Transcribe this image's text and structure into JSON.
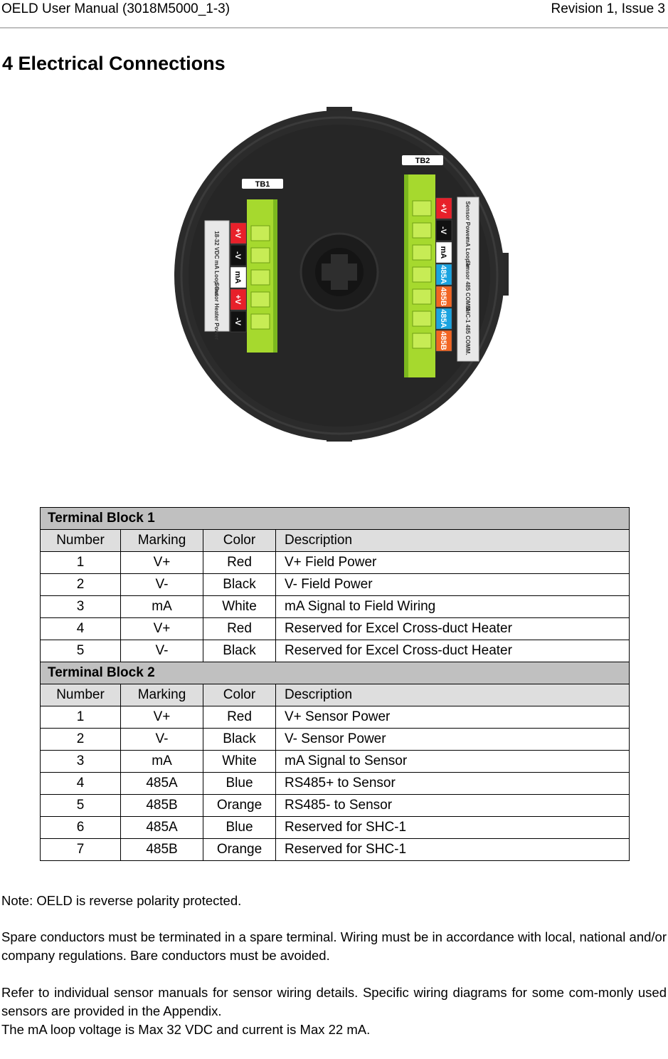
{
  "header": {
    "left": "OELD User Manual (3018M5000_1-3)",
    "right": "Revision 1, Issue 3"
  },
  "section_title": "4 Electrical Connections",
  "diagram": {
    "tb1_label": "TB1",
    "tb2_label": "TB2",
    "tb1_side_labels": [
      "18-32 VDC",
      "mA Loop Out",
      "Sensor Heater Power"
    ],
    "tb1_terminals": [
      {
        "text": "+V",
        "bg": "#e8202a",
        "fg": "#ffffff"
      },
      {
        "text": "-V",
        "bg": "#111111",
        "fg": "#ffffff"
      },
      {
        "text": "mA",
        "bg": "#ffffff",
        "fg": "#000000"
      },
      {
        "text": "+V",
        "bg": "#e8202a",
        "fg": "#ffffff"
      },
      {
        "text": "-V",
        "bg": "#111111",
        "fg": "#ffffff"
      }
    ],
    "tb2_side_labels": [
      "Sensor Power",
      "mA Loop In",
      "Sensor 485 COMM.",
      "SHC-1 485 COMM."
    ],
    "tb2_terminals": [
      {
        "text": "+V",
        "bg": "#e8202a",
        "fg": "#ffffff"
      },
      {
        "text": "-V",
        "bg": "#111111",
        "fg": "#ffffff"
      },
      {
        "text": "mA",
        "bg": "#ffffff",
        "fg": "#000000"
      },
      {
        "text": "485A",
        "bg": "#1aa3e0",
        "fg": "#ffffff"
      },
      {
        "text": "485B",
        "bg": "#f26522",
        "fg": "#ffffff"
      },
      {
        "text": "485A",
        "bg": "#1aa3e0",
        "fg": "#ffffff"
      },
      {
        "text": "485B",
        "bg": "#f26522",
        "fg": "#ffffff"
      }
    ]
  },
  "table": {
    "columns": [
      "Number",
      "Marking",
      "Color",
      "Description"
    ],
    "block1": {
      "title": "Terminal Block 1",
      "rows": [
        [
          "1",
          "V+",
          "Red",
          "V+ Field Power"
        ],
        [
          "2",
          "V-",
          "Black",
          "V- Field Power"
        ],
        [
          "3",
          "mA",
          "White",
          "mA Signal to Field Wiring"
        ],
        [
          "4",
          "V+",
          "Red",
          "Reserved for Excel Cross-duct Heater"
        ],
        [
          "5",
          "V-",
          "Black",
          "Reserved for Excel Cross-duct Heater"
        ]
      ]
    },
    "block2": {
      "title": "Terminal Block 2",
      "rows": [
        [
          "1",
          "V+",
          "Red",
          "V+ Sensor Power"
        ],
        [
          "2",
          "V-",
          "Black",
          "V- Sensor Power"
        ],
        [
          "3",
          "mA",
          "White",
          "mA Signal to Sensor"
        ],
        [
          "4",
          "485A",
          "Blue",
          "RS485+ to Sensor"
        ],
        [
          "5",
          "485B",
          "Orange",
          "RS485- to Sensor"
        ],
        [
          "6",
          "485A",
          "Blue",
          "Reserved for  SHC-1"
        ],
        [
          "7",
          "485B",
          "Orange",
          "Reserved for  SHC-1"
        ]
      ]
    }
  },
  "notes": [
    "Note: OELD is reverse polarity protected.",
    "Spare conductors must be terminated in a spare terminal. Wiring must be in accordance with local, national and/or company regulations. Bare conductors must be avoided.",
    "Refer to individual sensor manuals for sensor wiring details. Specific wiring diagrams for some com-monly used sensors are provided in the Appendix.",
    "The mA loop voltage is Max 32 VDC and current is Max 22 mA."
  ]
}
